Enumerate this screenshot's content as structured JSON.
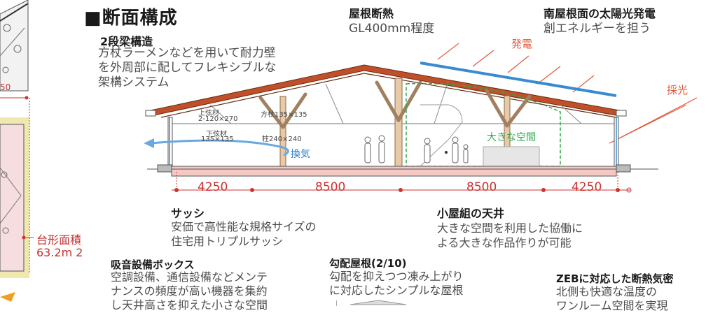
{
  "section_title": "■断面構成",
  "roof_insulation": {
    "title": "屋根断熱",
    "body": "GL400mm程度"
  },
  "solar": {
    "title": "南屋根面の太陽光発電",
    "body": "創エネルギーを担う"
  },
  "two_stage_beam": {
    "title": "2段梁構造",
    "lines": [
      "方杖ラーメンなどを用いて耐力壁",
      "を外周部に配してフレキシブルな",
      "架構システム"
    ]
  },
  "annotations": {
    "generation": "発電",
    "daylight": "採光",
    "upper_chord": "上弦材",
    "upper_chord_size": "2-120×270",
    "lower_chord": "下弦材",
    "lower_chord_size": "135×135",
    "brace": "方杖135×135",
    "column": "柱240×240",
    "ventilation": "換気",
    "big_space": "大きな空間"
  },
  "dimensions": [
    "4250",
    "8500",
    "8500",
    "4250"
  ],
  "sash": {
    "title": "サッシ",
    "lines": [
      "安価で高性能な規格サイズの",
      "住宅用トリプルサッシ"
    ]
  },
  "attic_ceiling": {
    "title": "小屋組の天井",
    "lines": [
      "大きな空間を利用した協働に",
      "よる大きな作品作りが可能"
    ]
  },
  "left_plan": {
    "number_fragment": "50",
    "area_label": "台形面積",
    "area_value": "63.2m 2"
  },
  "sound_box": {
    "title": "吸音設備ボックス",
    "lines": [
      "空調設備、通信設備などメンテ",
      "ナンスの頻度が高い機器を集約",
      "し天井高さを抑えた小さな空間"
    ]
  },
  "pitched_roof": {
    "title": "勾配屋根(2/10)",
    "lines": [
      "勾配を抑えつつ凍み上がり",
      "に対応したシンプルな屋根"
    ]
  },
  "zeb": {
    "title": "ZEBに対応した断熱気密",
    "lines": [
      "北側も快適な温度の",
      "ワンルーム空間を実現"
    ]
  },
  "colors": {
    "roof": "#c0502a",
    "accent_red": "#e05a3a",
    "green": "#2fa84a",
    "blue": "#2a7fd0",
    "title_box": "#8a4a2a",
    "plan_fill": "#f6dde0",
    "plan_frame": "#efe9b0"
  }
}
